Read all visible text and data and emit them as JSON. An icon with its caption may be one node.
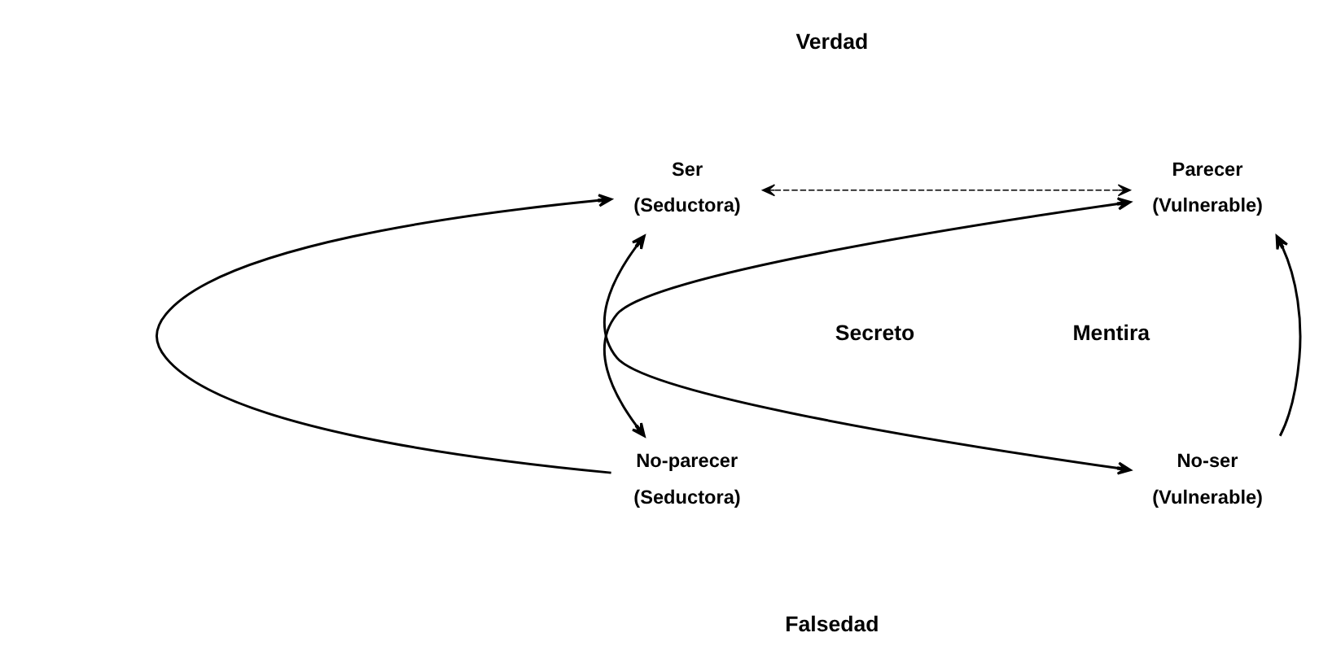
{
  "diagram": {
    "nodes": [
      {
        "text": [
          "Ser"
        ],
        "beside": [
          "(Seductora)"
        ]
      },
      {
        "text": [
          "Parecer"
        ],
        "beside": [
          "(Vulnerable)"
        ]
      },
      {
        "text": [
          "No-parecer"
        ],
        "beside": [
          "(Seductora)"
        ]
      },
      {
        "text": [
          "No-ser"
        ],
        "beside": [
          "(Vulnerable)"
        ]
      }
    ],
    "edges": [
      {
        "from": 0,
        "to": 1,
        "arrow": "both",
        "style": "dashed"
      },
      {
        "from": 2,
        "to": 0,
        "arrow": "to"
      },
      {
        "from": 3,
        "to": 1,
        "arrow": "to"
      },
      {
        "from": 0,
        "to": 3,
        "arrow": "both"
      },
      {
        "from": 1,
        "to": 2,
        "arrow": "both"
      }
    ],
    "labels": [
      "Verdad",
      "Secreto",
      "Mentira",
      "Falsedad"
    ]
  }
}
